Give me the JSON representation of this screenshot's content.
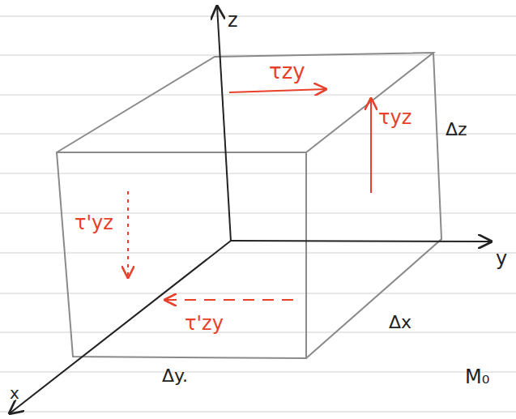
{
  "diagram": {
    "labels": [
      "z",
      "τzy",
      "τyz",
      "Δz",
      "y",
      "τ'yz",
      "τ'zy",
      "Δx",
      "Δy.",
      "M₀",
      "x"
    ]
  }
}
